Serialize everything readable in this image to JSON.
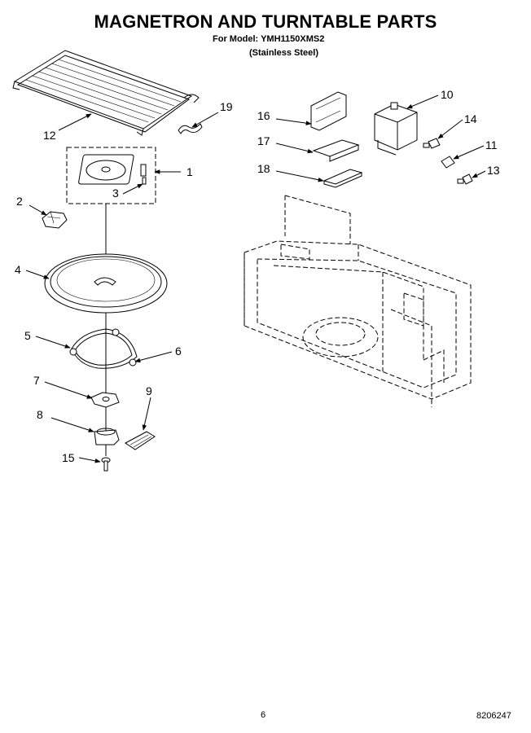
{
  "header": {
    "title": "MAGNETRON AND TURNTABLE PARTS",
    "model_line": "For Model: YMH1150XMS2",
    "variant": "(Stainless Steel)"
  },
  "callouts": [
    "1",
    "2",
    "3",
    "4",
    "5",
    "6",
    "7",
    "8",
    "9",
    "10",
    "11",
    "12",
    "13",
    "14",
    "15",
    "16",
    "17",
    "18",
    "19"
  ],
  "footer": {
    "page_number": "6",
    "document_number": "8206247"
  }
}
